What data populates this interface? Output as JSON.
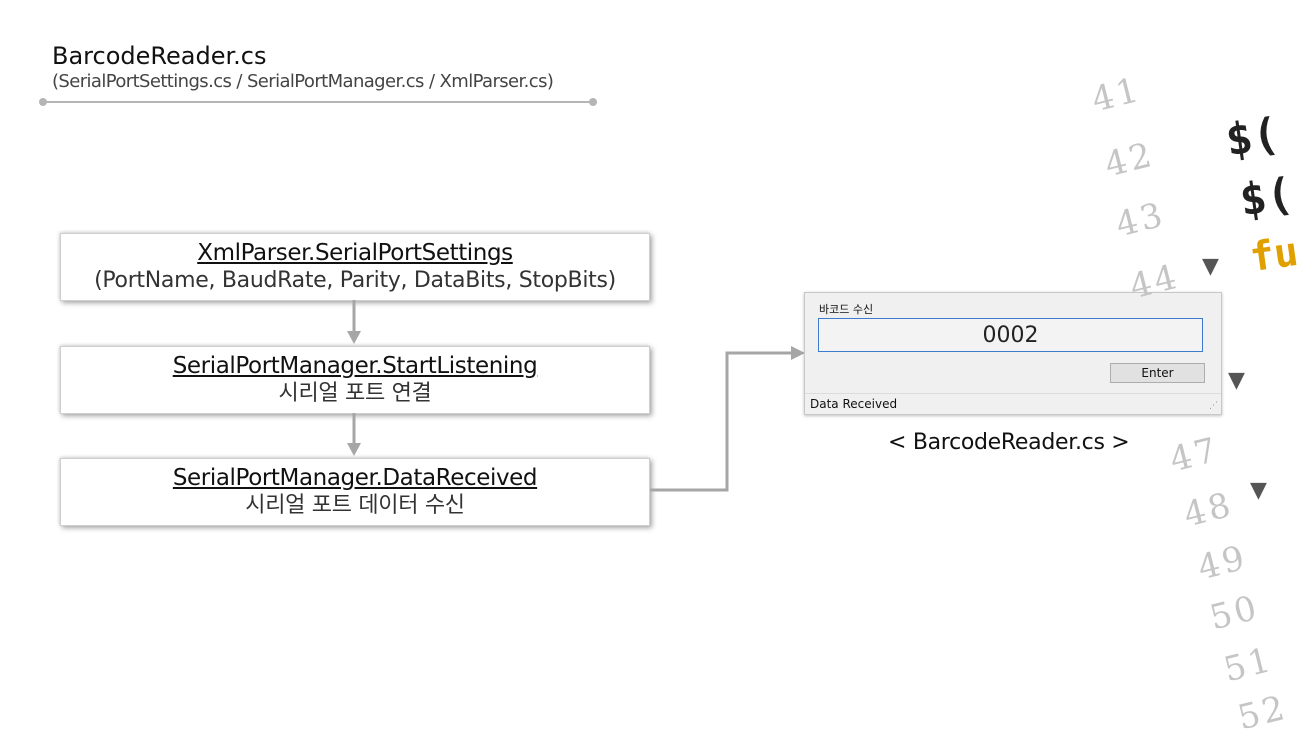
{
  "header": {
    "title": "BarcodeReader.cs",
    "subtitle": "(SerialPortSettings.cs / SerialPortManager.cs / XmlParser.cs)"
  },
  "flow": [
    {
      "title": "XmlParser.SerialPortSettings",
      "desc": "(PortName, BaudRate, Parity, DataBits, StopBits)"
    },
    {
      "title": "SerialPortManager.StartListening",
      "desc": "시리얼 포트 연결"
    },
    {
      "title": "SerialPortManager.DataReceived",
      "desc": "시리얼 포트 데이터 수신"
    }
  ],
  "app": {
    "group_label": "바코드 수신",
    "barcode_value": "0002",
    "enter_label": "Enter",
    "status": "Data Received"
  },
  "app_caption": "< BarcodeReader.cs >",
  "decoration": {
    "line_numbers": [
      "41",
      "42",
      "43",
      "44",
      "47",
      "48",
      "49",
      "50",
      "51",
      "52"
    ],
    "code_fragments": [
      "$(",
      "$(",
      "fu"
    ]
  },
  "colors": {
    "connector": "#a6a6a6",
    "input_border": "#3d7bcc",
    "line_number": "#c5c5c5"
  }
}
